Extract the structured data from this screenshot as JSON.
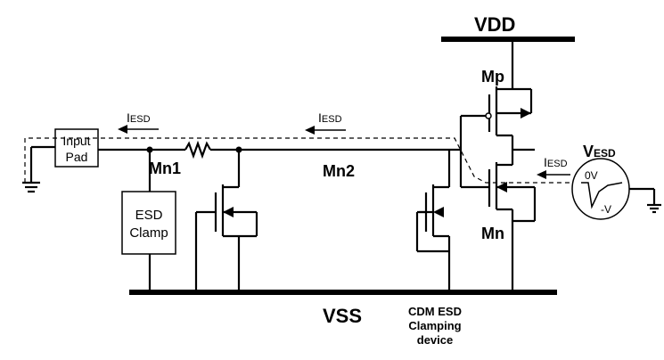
{
  "labels": {
    "vdd": "VDD",
    "vss": "VSS",
    "mp": "Mp",
    "mn": "Mn",
    "mn1": "Mn1",
    "mn2": "Mn2",
    "input_pad_line1": "Input",
    "input_pad_line2": "Pad",
    "esd_clamp_line1": "ESD",
    "esd_clamp_line2": "Clamp",
    "iesd_main": "I",
    "iesd_main_sub": "ESD",
    "iesd_center": "I",
    "iesd_center_sub": "ESD",
    "iesd_right": "I",
    "iesd_right_sub": "ESD",
    "vesd": "V",
    "vesd_sub": "ESD",
    "zero_v": "0V",
    "neg_v": "-V",
    "cdm_line1": "CDM ESD",
    "cdm_line2": "Clamping",
    "cdm_line3": "device"
  }
}
